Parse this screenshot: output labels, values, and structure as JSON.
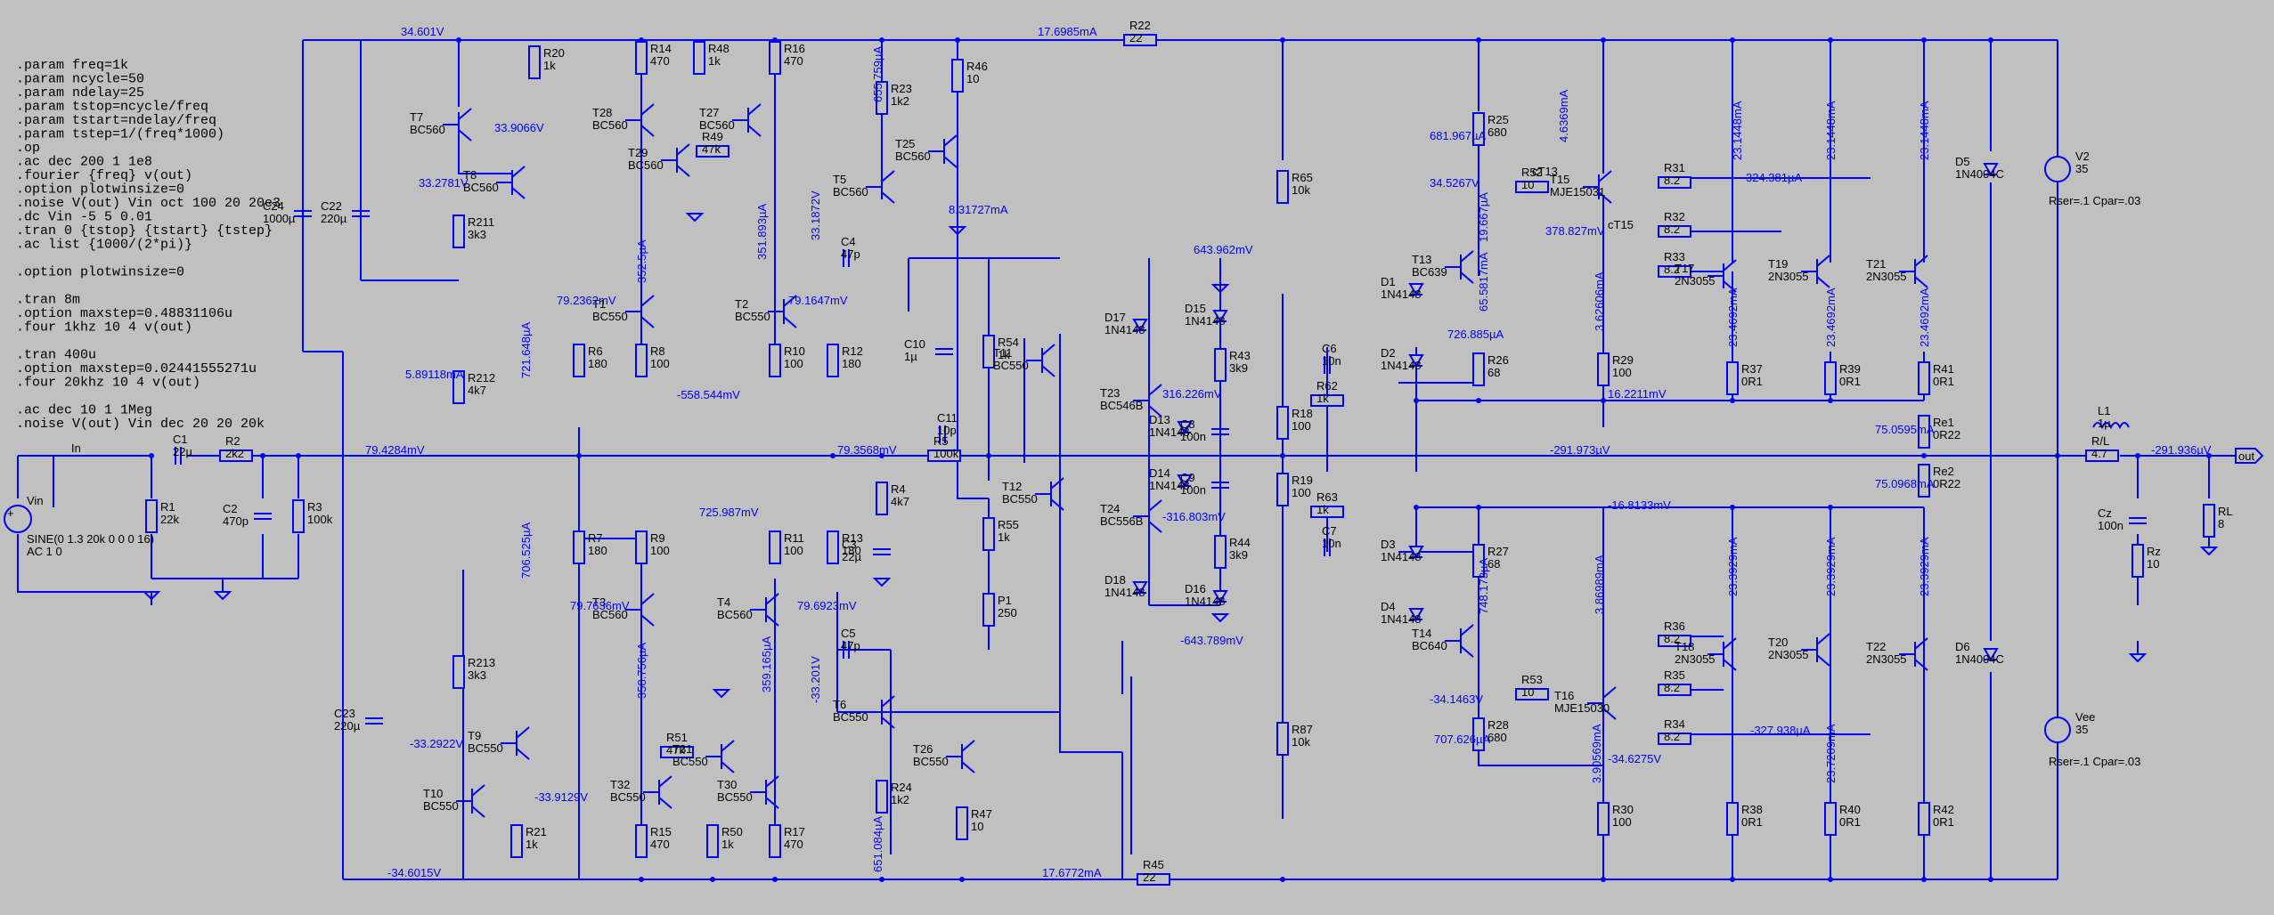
{
  "directives": [
    ".param freq=1k",
    ".param ncycle=50",
    ".param ndelay=25",
    ".param tstop=ncycle/freq",
    ".param tstart=ndelay/freq",
    ".param tstep=1/(freq*1000)",
    ".op",
    ".ac dec 200 1 1e8",
    ".fourier {freq} v(out)",
    ".option plotwinsize=0",
    ".noise V(out) Vin oct 100 20 20e3",
    ".dc Vin -5 5 0.01",
    ".tran 0 {tstop} {tstart} {tstep}",
    ".ac list {1000/(2*pi)}",
    "",
    ".option plotwinsize=0",
    "",
    ".tran 8m",
    ".option maxstep=0.48831106u",
    ".four 1khz 10 4 v(out)",
    "",
    ".tran 400u",
    ".option maxstep=0.02441555271u",
    ".four 20khz 10 4 v(out)",
    "",
    ".ac dec 10 1 1Meg",
    ".noise V(out) Vin dec 20 20 20k"
  ],
  "components": [
    {
      "n": "R20",
      "v": "1k"
    },
    {
      "n": "R14",
      "v": "470"
    },
    {
      "n": "R48",
      "v": "1k"
    },
    {
      "n": "R16",
      "v": "470"
    },
    {
      "n": "R46",
      "v": "10"
    },
    {
      "n": "R23",
      "v": "1k2"
    },
    {
      "n": "T7",
      "v": "BC560"
    },
    {
      "n": "T8",
      "v": "BC560"
    },
    {
      "n": "T28",
      "v": "BC560"
    },
    {
      "n": "T27",
      "v": "BC560"
    },
    {
      "n": "T29",
      "v": "BC560"
    },
    {
      "n": "R49",
      "v": "47k"
    },
    {
      "n": "T5",
      "v": "BC560"
    },
    {
      "n": "T25",
      "v": "BC560"
    },
    {
      "n": "C24",
      "v": "1000µ"
    },
    {
      "n": "C22",
      "v": "220µ"
    },
    {
      "n": "R211",
      "v": "3k3"
    },
    {
      "n": "R212",
      "v": "4k7"
    },
    {
      "n": "T1",
      "v": "BC550"
    },
    {
      "n": "T2",
      "v": "BC550"
    },
    {
      "n": "R6",
      "v": "180"
    },
    {
      "n": "R8",
      "v": "100"
    },
    {
      "n": "R10",
      "v": "100"
    },
    {
      "n": "R12",
      "v": "180"
    },
    {
      "n": "C4",
      "v": "47p"
    },
    {
      "n": "C10",
      "v": "1µ"
    },
    {
      "n": "R54",
      "v": "1k"
    },
    {
      "n": "T11",
      "v": "BC550"
    },
    {
      "n": "C11",
      "v": "10p"
    },
    {
      "n": "R5",
      "v": "100k"
    },
    {
      "n": "R4",
      "v": "4k7"
    },
    {
      "n": "C3",
      "v": "22µ"
    },
    {
      "n": "R55",
      "v": "1k"
    },
    {
      "n": "T12",
      "v": "BC550"
    },
    {
      "n": "P1",
      "v": "250"
    },
    {
      "n": "C1",
      "v": "22µ"
    },
    {
      "n": "R2",
      "v": "2k2"
    },
    {
      "n": "C2",
      "v": "470p"
    },
    {
      "n": "R3",
      "v": "100k"
    },
    {
      "n": "R1",
      "v": "22k"
    },
    {
      "n": "R7",
      "v": "180"
    },
    {
      "n": "R9",
      "v": "100"
    },
    {
      "n": "R11",
      "v": "100"
    },
    {
      "n": "R13",
      "v": "180"
    },
    {
      "n": "T3",
      "v": "BC560"
    },
    {
      "n": "T4",
      "v": "BC560"
    },
    {
      "n": "C5",
      "v": "47p"
    },
    {
      "n": "T6",
      "v": "BC550"
    },
    {
      "n": "T26",
      "v": "BC550"
    },
    {
      "n": "R24",
      "v": "1k2"
    },
    {
      "n": "R47",
      "v": "10"
    },
    {
      "n": "R51",
      "v": "47k"
    },
    {
      "n": "T31",
      "v": "BC550"
    },
    {
      "n": "T32",
      "v": "BC550"
    },
    {
      "n": "T30",
      "v": "BC550"
    },
    {
      "n": "R15",
      "v": "470"
    },
    {
      "n": "R50",
      "v": "1k"
    },
    {
      "n": "R17",
      "v": "470"
    },
    {
      "n": "R213",
      "v": "3k3"
    },
    {
      "n": "C23",
      "v": "220µ"
    },
    {
      "n": "T9",
      "v": "BC550"
    },
    {
      "n": "T10",
      "v": "BC550"
    },
    {
      "n": "R21",
      "v": "1k"
    },
    {
      "n": "D17",
      "v": "1N4148"
    },
    {
      "n": "D15",
      "v": "1N4148"
    },
    {
      "n": "R43",
      "v": "3k9"
    },
    {
      "n": "T23",
      "v": "BC546B"
    },
    {
      "n": "D13",
      "v": "1N4148"
    },
    {
      "n": "C8",
      "v": "100n"
    },
    {
      "n": "D14",
      "v": "1N4148"
    },
    {
      "n": "C9",
      "v": "100n"
    },
    {
      "n": "T24",
      "v": "BC556B"
    },
    {
      "n": "R44",
      "v": "3k9"
    },
    {
      "n": "D18",
      "v": "1N4148"
    },
    {
      "n": "D16",
      "v": "1N4148"
    },
    {
      "n": "R65",
      "v": "10k"
    },
    {
      "n": "R18",
      "v": "100"
    },
    {
      "n": "R19",
      "v": "100"
    },
    {
      "n": "R87",
      "v": "10k"
    },
    {
      "n": "C6",
      "v": "10n"
    },
    {
      "n": "R62",
      "v": "1k"
    },
    {
      "n": "R63",
      "v": "1k"
    },
    {
      "n": "C7",
      "v": "10n"
    },
    {
      "n": "R25",
      "v": "680"
    },
    {
      "n": "R52",
      "v": "10"
    },
    {
      "n": "T15",
      "v": "MJE15031"
    },
    {
      "n": "T13",
      "v": "BC639"
    },
    {
      "n": "D1",
      "v": "1N4148"
    },
    {
      "n": "D2",
      "v": "1N4148"
    },
    {
      "n": "R26",
      "v": "68"
    },
    {
      "n": "D3",
      "v": "1N4148"
    },
    {
      "n": "D4",
      "v": "1N4148"
    },
    {
      "n": "R27",
      "v": "68"
    },
    {
      "n": "T14",
      "v": "BC640"
    },
    {
      "n": "R53",
      "v": "10"
    },
    {
      "n": "T16",
      "v": "MJE15030"
    },
    {
      "n": "R28",
      "v": "680"
    },
    {
      "n": "R31",
      "v": "8.2"
    },
    {
      "n": "R32",
      "v": "8.2"
    },
    {
      "n": "R33",
      "v": "8.2"
    },
    {
      "n": "R29",
      "v": "100"
    },
    {
      "n": "T17",
      "v": "2N3055"
    },
    {
      "n": "T19",
      "v": "2N3055"
    },
    {
      "n": "T21",
      "v": "2N3055"
    },
    {
      "n": "R37",
      "v": "0R1"
    },
    {
      "n": "R39",
      "v": "0R1"
    },
    {
      "n": "R41",
      "v": "0R1"
    },
    {
      "n": "Re1",
      "v": "0R22"
    },
    {
      "n": "Re2",
      "v": "0R22"
    },
    {
      "n": "R36",
      "v": "8.2"
    },
    {
      "n": "R35",
      "v": "8.2"
    },
    {
      "n": "R34",
      "v": "8.2"
    },
    {
      "n": "T18",
      "v": "2N3055"
    },
    {
      "n": "T20",
      "v": "2N3055"
    },
    {
      "n": "T22",
      "v": "2N3055"
    },
    {
      "n": "R30",
      "v": "100"
    },
    {
      "n": "R38",
      "v": "0R1"
    },
    {
      "n": "R40",
      "v": "0R1"
    },
    {
      "n": "R42",
      "v": "0R1"
    },
    {
      "n": "D5",
      "v": "1N4004C"
    },
    {
      "n": "D6",
      "v": "1N4004C"
    },
    {
      "n": "V2",
      "v": "35"
    },
    {
      "n": "Vee",
      "v": "35"
    },
    {
      "n": "L1",
      "v": "1µ"
    },
    {
      "n": "R/L",
      "v": "4.7"
    },
    {
      "n": "Cz",
      "v": "100n"
    },
    {
      "n": "Rz",
      "v": "10"
    },
    {
      "n": "RL",
      "v": "8"
    },
    {
      "n": "R22",
      "v": "22"
    },
    {
      "n": "R45",
      "v": "22"
    }
  ],
  "vin": {
    "name": "Vin",
    "line1": "SINE(0 1.3 20k 0 0 0 16)",
    "line2": "AC 1 0"
  },
  "supply_extra": {
    "v2": "Rser=.1 Cpar=.03",
    "vee": "Rser=.1 Cpar=.03"
  },
  "nets": {
    "in": "In",
    "out": "out",
    "ct13": "cT13",
    "ct15": "cT15"
  },
  "readings": [
    "34.601V",
    "17.6985mA",
    "33.9066V",
    "33.2781V",
    "655.759µA",
    "33.1872V",
    "8.31727mA",
    "643.962mV",
    "352.5µA",
    "351.893µA",
    "79.2362mV",
    "79.1647mV",
    "5.89118mA",
    "721.648µA",
    "-558.544mV",
    "79.4284mV",
    "79.3568mV",
    "725.987mV",
    "706.525µA",
    "79.7636mV",
    "79.6923mV",
    "358.756µA",
    "359.165µA",
    "-33.201V",
    "-33.2922V",
    "-33.9129V",
    "651.084µA",
    "-34.6015V",
    "17.6772mA",
    "316.226mV",
    "-316.803mV",
    "-643.789mV",
    "681.967µA",
    "34.5267V",
    "4.6369mA",
    "19.667µA",
    "378.827mV",
    "65.5817mA",
    "726.885µA",
    "324.381µA",
    "23.1448mA",
    "23.1448mA",
    "23.1448mA",
    "3.62606mA",
    "23.4692mA",
    "23.4692mA",
    "23.4692mA",
    "16.2211mV",
    "75.0595mA",
    "-291.973µV",
    "75.0968mA",
    "-16.8133mV",
    "748.173µA",
    "3.86989mA",
    "-34.1463V",
    "707.626µA",
    "3.90569mA",
    "-34.6275V",
    "23.3929mA",
    "23.3929mA",
    "23.3929mA",
    "-327.938µA",
    "23.7209mA",
    "-291.936µV"
  ]
}
